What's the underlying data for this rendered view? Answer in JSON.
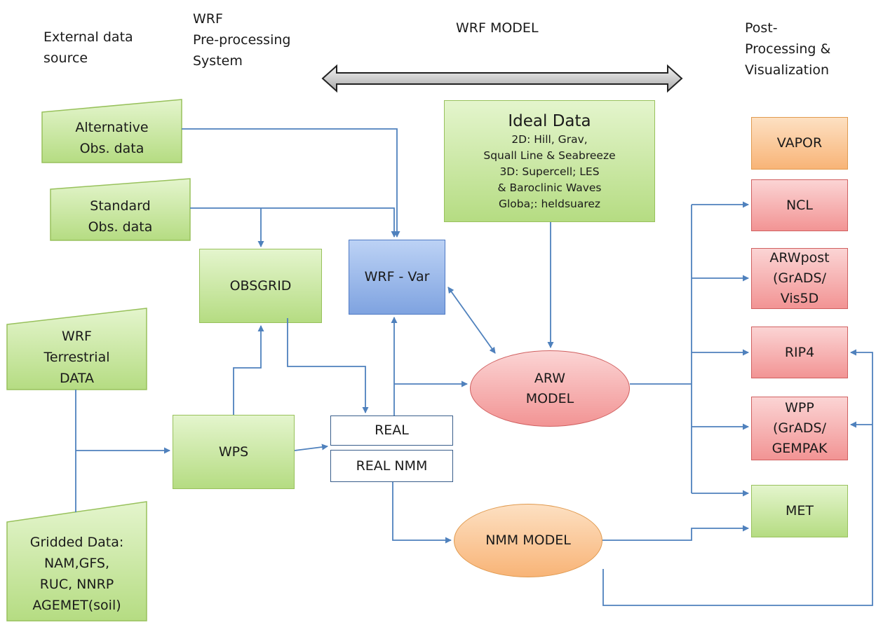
{
  "headers": {
    "external": "External data\nsource",
    "wps_system": "WRF\nPre-processing\nSystem",
    "wrf_model": "WRF  MODEL",
    "post": "Post-\nProcessing &\nVisualization"
  },
  "sources": {
    "alternative": "Alternative\nObs. data",
    "standard": "Standard\nObs. data",
    "terrestrial": "WRF\nTerrestrial\nDATA",
    "gridded": "Gridded Data:\nNAM,GFS,\nRUC, NNRP\nAGEMET(soil)"
  },
  "ideal": {
    "title": "Ideal Data",
    "lines": "2D: Hill, Grav,\nSquall Line & Seabreeze\n3D: Supercell; LES\n& Baroclinic Waves\nGloba;: heldsuarez"
  },
  "nodes": {
    "obsgrid": "OBSGRID",
    "wrfvar": "WRF  - Var",
    "wps": "WPS",
    "real": "REAL",
    "real_nmm": "REAL NMM",
    "arw": "ARW\nMODEL",
    "nmm": "NMM MODEL"
  },
  "post": {
    "vapor": "VAPOR",
    "ncl": "NCL",
    "arwpost": "ARWpost\n(GrADS/\nVis5D",
    "rip4": "RIP4",
    "wpp": "WPP\n(GrADS/\nGEMPAK",
    "met": "MET"
  },
  "colors": {
    "green": "#b5dc82",
    "blue": "#7fa3e0",
    "red": "#f29494",
    "orange": "#f8b477",
    "connector": "#4f81bd"
  }
}
